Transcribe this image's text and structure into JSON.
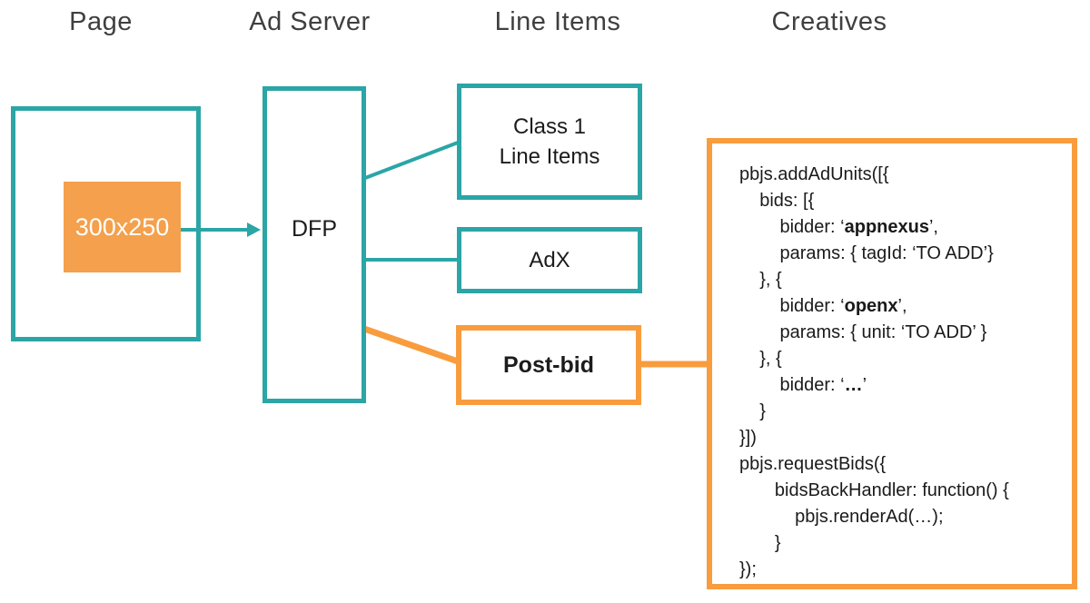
{
  "colors": {
    "teal": "#2BA5A6",
    "orange": "#F89C3E",
    "orange_fill": "#F4A04C",
    "header_text": "#3F3F3F",
    "code_text": "#1A1A1A",
    "white": "#FFFFFF"
  },
  "headers": [
    {
      "label": "Page"
    },
    {
      "label": "Ad Server"
    },
    {
      "label": "Line Items"
    },
    {
      "label": "Creatives"
    }
  ],
  "page_panel": {
    "ad_slot_label": "300x250"
  },
  "ad_server": {
    "label": "DFP"
  },
  "line_items": {
    "class1": {
      "line1": "Class 1",
      "line2": "Line Items"
    },
    "adx": {
      "label": "AdX"
    },
    "postbid": {
      "label": "Post-bid"
    }
  },
  "creatives_code": {
    "lines": [
      [
        {
          "text": "pbjs.addAdUnits([{"
        }
      ],
      [
        {
          "text": "    bids: [{"
        }
      ],
      [
        {
          "text": "        bidder: ‘"
        },
        {
          "text": "appnexus",
          "bold": true
        },
        {
          "text": "’,"
        }
      ],
      [
        {
          "text": "        params: { tagId: ‘TO ADD’}"
        }
      ],
      [
        {
          "text": "    }, {"
        }
      ],
      [
        {
          "text": "        bidder: ‘"
        },
        {
          "text": "openx",
          "bold": true
        },
        {
          "text": "’,"
        }
      ],
      [
        {
          "text": "        params: { unit: ‘TO ADD’ }"
        }
      ],
      [
        {
          "text": "    }, {"
        }
      ],
      [
        {
          "text": "        bidder: ‘"
        },
        {
          "text": "…",
          "bold": true
        },
        {
          "text": "’"
        }
      ],
      [
        {
          "text": "    }"
        }
      ],
      [
        {
          "text": "}])"
        }
      ],
      [
        {
          "text": "pbjs.requestBids({"
        }
      ],
      [
        {
          "text": "       bidsBackHandler: function() {"
        }
      ],
      [
        {
          "text": "           pbjs.renderAd(…);"
        }
      ],
      [
        {
          "text": "       }"
        }
      ],
      [
        {
          "text": "});"
        }
      ]
    ]
  }
}
